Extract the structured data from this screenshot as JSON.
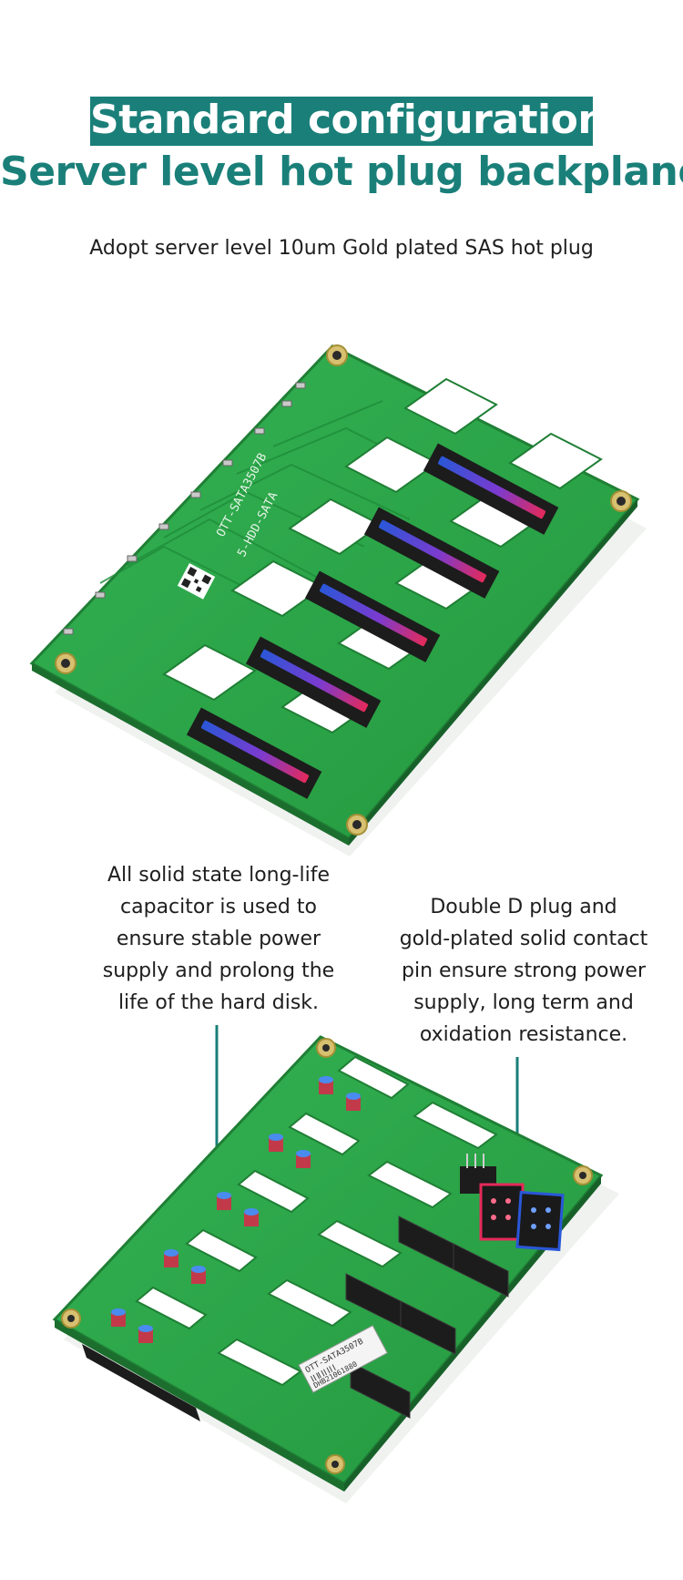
{
  "header": {
    "title": "Standard configuration",
    "subtitle": "Server level hot plug backplane",
    "tagline": "Adopt server level 10um Gold plated SAS hot plug"
  },
  "front_board": {
    "silkscreen_1": "OTT-SATA3507B",
    "silkscreen_2": "5-HDD-SATA"
  },
  "back_board": {
    "label_line_1": "OTT-SATA3507B",
    "label_line_2": "DHB21061880"
  },
  "callouts": {
    "capacitor": [
      "All solid state long-life",
      "capacitor is used to",
      "ensure stable power",
      "supply and prolong the",
      "life of the hard disk."
    ],
    "plug": [
      "Double D plug and",
      "gold-plated solid contact",
      "pin ensure strong power",
      "supply, long term and",
      "oxidation resistance."
    ]
  },
  "colors": {
    "accent": "#1a7f79",
    "pcb": "#2da84a",
    "connector_blue": "#2a57d8",
    "connector_red": "#e42a5a"
  }
}
